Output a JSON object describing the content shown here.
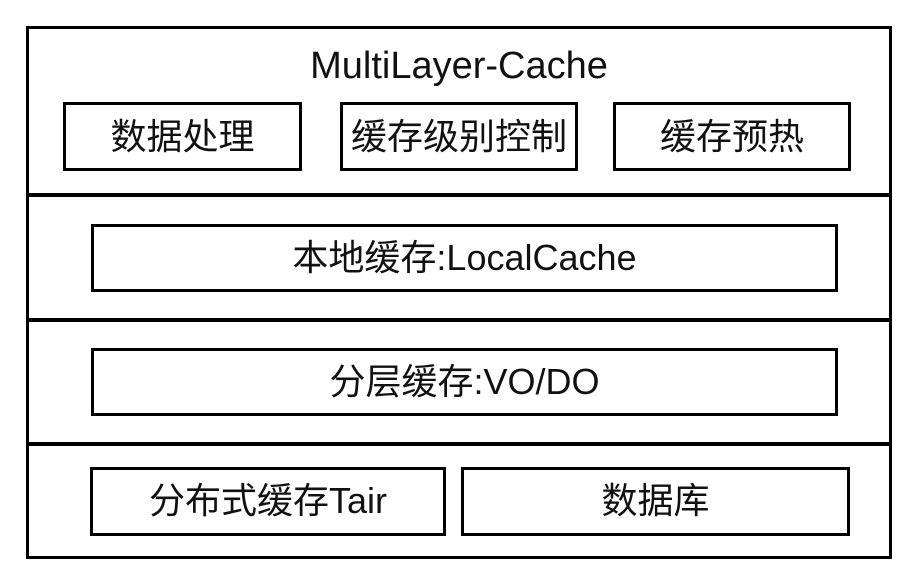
{
  "diagram": {
    "title": "MultiLayer-Cache",
    "top_modules": [
      {
        "label": "数据处理"
      },
      {
        "label": "缓存级别控制"
      },
      {
        "label": "缓存预热"
      }
    ],
    "layers": [
      {
        "label": "本地缓存:LocalCache"
      },
      {
        "label": "分层缓存:VO/DO"
      }
    ],
    "bottom_modules": [
      {
        "label": "分布式缓存Tair"
      },
      {
        "label": "数据库"
      }
    ],
    "colors": {
      "border": "#000000",
      "background": "#ffffff",
      "text": "#111111"
    }
  }
}
